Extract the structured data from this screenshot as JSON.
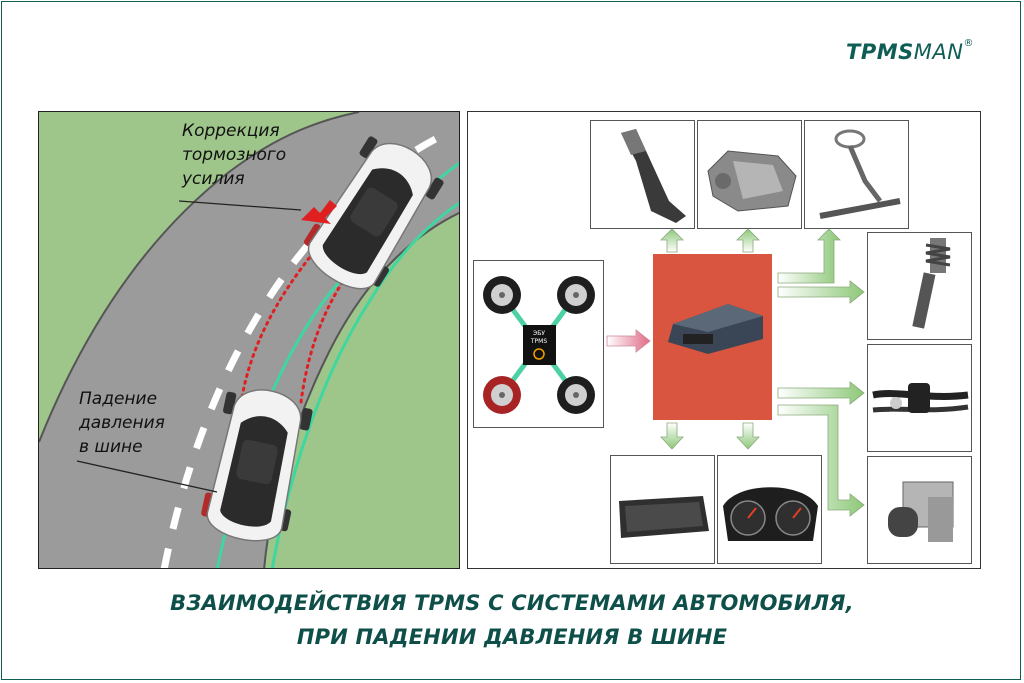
{
  "logo": {
    "bold": "TPMS",
    "light": "MAN",
    "reg": "®"
  },
  "labels": {
    "brake_line1": "Коррекция",
    "brake_line2": "тормозного",
    "brake_line3": "усилия",
    "drop_line1": "Падение",
    "drop_line2": "давления",
    "drop_line3": "в шине"
  },
  "sensor_box": {
    "line1": "ЭБУ",
    "line2": "TPMS"
  },
  "title": {
    "line1": "ВЗАИМОДЕЙСТВИЯ TPMS С СИСТЕМАМИ АВТОМОБИЛЯ,",
    "line2": "ПРИ ПАДЕНИИ ДАВЛЕНИЯ В ШИНЕ"
  },
  "icons": [
    "accelerator-pedal-icon",
    "transmission-icon",
    "steering-column-icon",
    "shock-absorber-icon",
    "brake-line-icon",
    "abs-module-icon",
    "display-unit-icon",
    "instrument-cluster-icon",
    "ecu-icon",
    "tire-icon"
  ],
  "colors": {
    "brand": "#0f5d55",
    "ecu": "#d9553f",
    "arrow_green": "#8dc878",
    "arrow_pink": "#e06a86",
    "flat_tire": "#b32a2a"
  }
}
